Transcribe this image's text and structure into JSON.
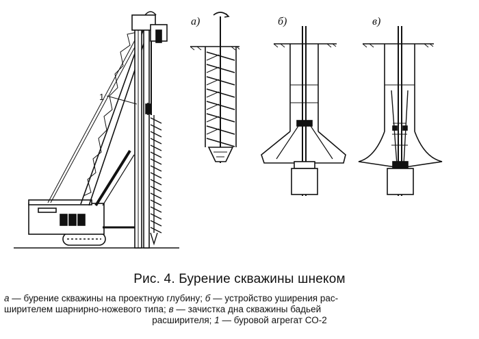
{
  "figure": {
    "panel_labels": {
      "a": "а)",
      "b": "б)",
      "c": "в)"
    },
    "callout": "1"
  },
  "caption": {
    "title": "Рис. 4. Бурение скважины шнеком",
    "line1_a": "а",
    "line1_text": " — бурение скважины на проектную глубину; ",
    "line1_b": "б",
    "line1_text2": " — устройство уширения рас-",
    "line2_text": "ширителем шарнирно-ножевого типа; ",
    "line2_c": "в",
    "line2_text2": " — зачистка дна скважины бадьей",
    "line3_text": "расширителя; ",
    "line3_num": "1",
    "line3_text2": " — буровой агрегат СО-2"
  }
}
